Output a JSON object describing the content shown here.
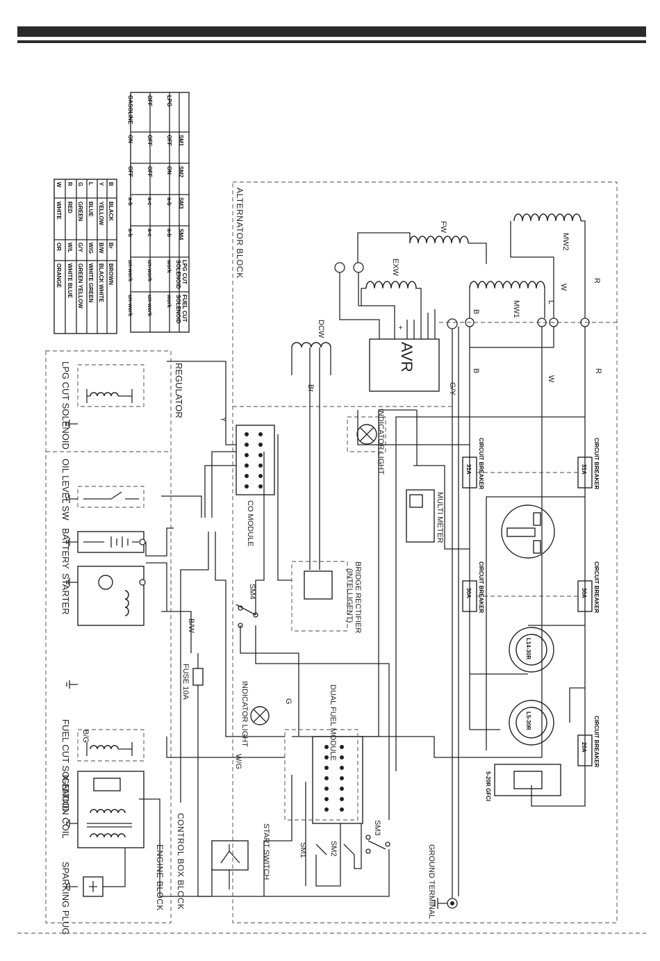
{
  "blocks": {
    "alternator": "ALTERNATOR BLOCK",
    "control_box": "CONTROL BOX BLOCK",
    "engine": "ENGINE BLOCK"
  },
  "components": {
    "regulator": "REGULATOR",
    "lpg_cut_solenoid": "LPG  CUT SOLENOID",
    "oil_level_sw": "OIL LEVEL SW",
    "battery": "BATTERY",
    "starter": "STARTER",
    "fuel_cut_solenoid": "FUEL CUT SOLENOID",
    "ignition_coil": "IGNITION COIL",
    "sparking_plug": "SPARKING PLUG",
    "co_module": "CO MODULE",
    "bridge_rectifier": "BRIDGE RECTIFIER",
    "bridge_rectifier_sub": "(INTELLIGENT)",
    "indicator_light_1": "INDICATOR LIGHT",
    "indicator_light_2": "INDICATOR LIGHT",
    "multi_meter": "MULTI METER",
    "dual_fuel_module": "DUAL FUEL MODULE",
    "start_switch": "START SWITCH",
    "ground_terminal": "GROUND TERMINAL",
    "fuse": "FUSE 10A",
    "avr": "AVR",
    "fw": "FW",
    "exw": "EXW",
    "mw1": "MW1",
    "mw2": "MW2",
    "dcw": "DCW",
    "sm1": "SM1",
    "sm2": "SM2",
    "sm3": "SM3",
    "sm4": "SM4"
  },
  "breakers": [
    {
      "label": "CIRCUIT BREAKER",
      "rating": "31A"
    },
    {
      "label": "CIRCUIT BREAKER",
      "rating": "31A"
    },
    {
      "label": "CIRCUIT BREAKER",
      "rating": "30A"
    },
    {
      "label": "CIRCUIT BREAKER",
      "rating": "30A"
    },
    {
      "label": "CIRCUIT BREAKER",
      "rating": "20A"
    }
  ],
  "outlets": {
    "l14": "L14-30R",
    "l5": "L5-30R",
    "gfci": "5-20R GFCI"
  },
  "color_table": [
    [
      "B",
      "BLACK",
      "Br",
      "BROWN"
    ],
    [
      "Y",
      "YELLOW",
      "B/W",
      "BLACK WHITE"
    ],
    [
      "L",
      "BLUE",
      "W/G",
      "WHITE GREEN"
    ],
    [
      "G",
      "GREEN",
      "G/Y",
      "GREEN YELLOW"
    ],
    [
      "R",
      "RED",
      "W/L",
      "WHITE BLUE"
    ],
    [
      "W",
      "WHITE",
      "OR",
      "ORANGE"
    ]
  ],
  "switch_table": {
    "header": [
      "",
      "SM1",
      "SM2",
      "SM3",
      "SM4",
      "LPG CUT SOLENOID",
      "FUEL CUT SOLENOID"
    ],
    "rows": [
      [
        "LPG",
        "OFF",
        "ON",
        "a-b",
        "a-b",
        "work",
        "work"
      ],
      [
        "OFF",
        "OFF",
        "OFF",
        "a-c",
        "a-c",
        "un-work",
        "un-work"
      ],
      [
        "GASOLINE",
        "ON",
        "OFF",
        "a-b",
        "a-b",
        "un-work",
        "un-work"
      ]
    ]
  },
  "wire_labels": [
    "R",
    "W",
    "L",
    "B",
    "G/Y",
    "Br",
    "Y",
    "R",
    "W",
    "B",
    "W/G",
    "B/G",
    "B/W",
    "G"
  ]
}
